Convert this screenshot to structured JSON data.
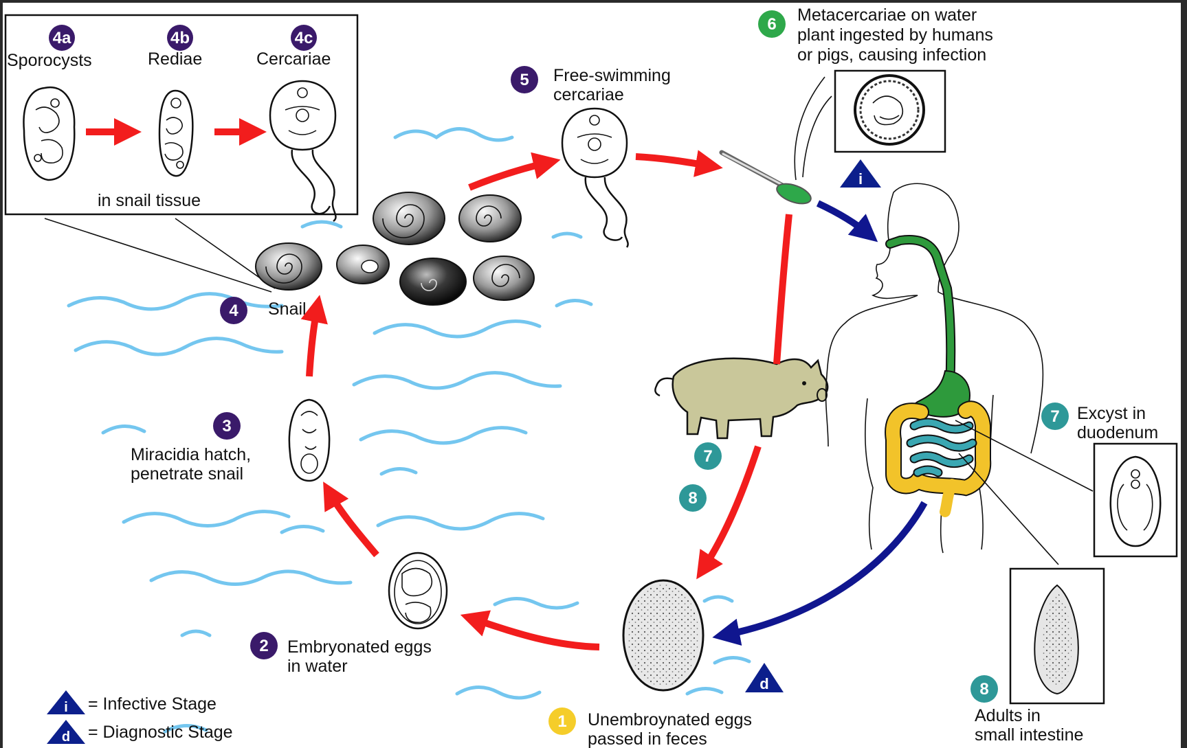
{
  "colors": {
    "frame": "#2a2a2a",
    "background": "#ffffff",
    "arrow_red": "#f21d1d",
    "arrow_blue": "#10168f",
    "water": "#74c6ef",
    "badge_purple": "#3a1a6a",
    "badge_teal": "#2e9898",
    "badge_green": "#2ea84a",
    "badge_yellow": "#f5cd2a",
    "gut_green": "#2e9a3c",
    "gut_yellow": "#f2c32a",
    "gut_teal": "#3aa7b2",
    "pig": "#c9c79a",
    "triangle": "#0c1f8c"
  },
  "box": {
    "stages": [
      {
        "badge": "4a",
        "label": "Sporocysts"
      },
      {
        "badge": "4b",
        "label": "Rediae"
      },
      {
        "badge": "4c",
        "label": "Cercariae"
      }
    ],
    "caption": "in snail tissue"
  },
  "steps": {
    "s1": {
      "badge": "1",
      "line1": "Unembroynated eggs",
      "line2": "passed in feces"
    },
    "s2": {
      "badge": "2",
      "line1": "Embryonated eggs",
      "line2": "in water"
    },
    "s3": {
      "badge": "3",
      "line1": "Miracidia hatch,",
      "line2": "penetrate snail"
    },
    "s4": {
      "badge": "4",
      "line1": "Snail"
    },
    "s5": {
      "badge": "5",
      "line1": "Free-swimming",
      "line2": "cercariae"
    },
    "s6": {
      "badge": "6",
      "line1": "Metacercariae on water",
      "line2": "plant ingested by humans",
      "line3": "or pigs, causing infection"
    },
    "s7pig": {
      "badge": "7"
    },
    "s8pig": {
      "badge": "8"
    },
    "s7": {
      "badge": "7",
      "line1": "Excyst in",
      "line2": "duodenum"
    },
    "s8": {
      "badge": "8",
      "line1": "Adults in",
      "line2": "small intestine"
    }
  },
  "legend": {
    "infective": {
      "symbol": "i",
      "text": "= Infective Stage"
    },
    "diagnostic": {
      "symbol": "d",
      "text": "= Diagnostic Stage"
    }
  },
  "markers": {
    "infective_symbol": "i",
    "diagnostic_symbol": "d"
  }
}
